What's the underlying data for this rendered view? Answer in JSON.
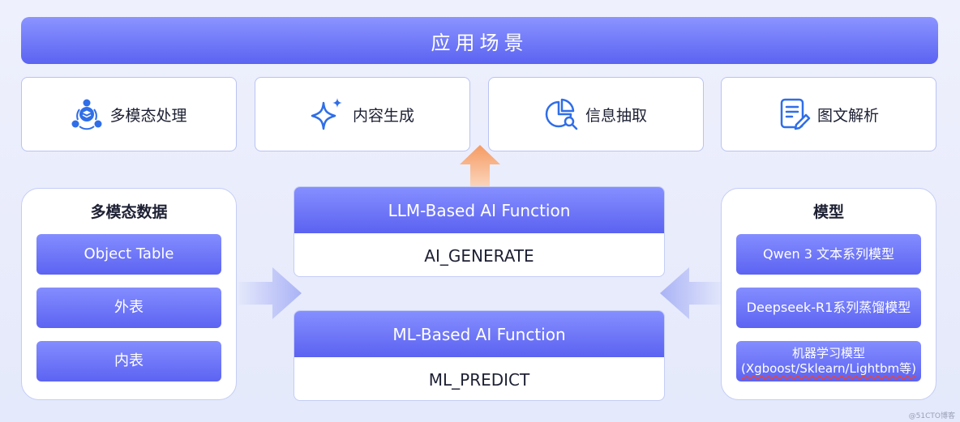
{
  "banner": {
    "title": "应用场景"
  },
  "scenarios": [
    {
      "label": "多模态处理",
      "icon": "multimodal-network-icon"
    },
    {
      "label": "内容生成",
      "icon": "sparkle-icon"
    },
    {
      "label": "信息抽取",
      "icon": "chart-search-icon"
    },
    {
      "label": "图文解析",
      "icon": "document-edit-icon"
    }
  ],
  "data_panel": {
    "title": "多模态数据",
    "items": [
      "Object Table",
      "外表",
      "内表"
    ]
  },
  "functions": [
    {
      "title": "LLM-Based AI Function",
      "name": "AI_GENERATE"
    },
    {
      "title": "ML-Based AI Function",
      "name": "ML_PREDICT"
    }
  ],
  "model_panel": {
    "title": "模型",
    "items": [
      {
        "line1": "Qwen 3 文本系列模型"
      },
      {
        "line1": "Deepseek-R1系列蒸馏模型"
      },
      {
        "line1": "机器学习模型",
        "line2": "(Xgboost/Sklearn/Lightbm等)"
      }
    ]
  },
  "colors": {
    "accent": "#5b63f2",
    "accent_light": "#8b94ff",
    "arrow_orange": "#f5a06a",
    "icon_blue": "#2f6ee8"
  },
  "watermark": "@51CTO博客"
}
